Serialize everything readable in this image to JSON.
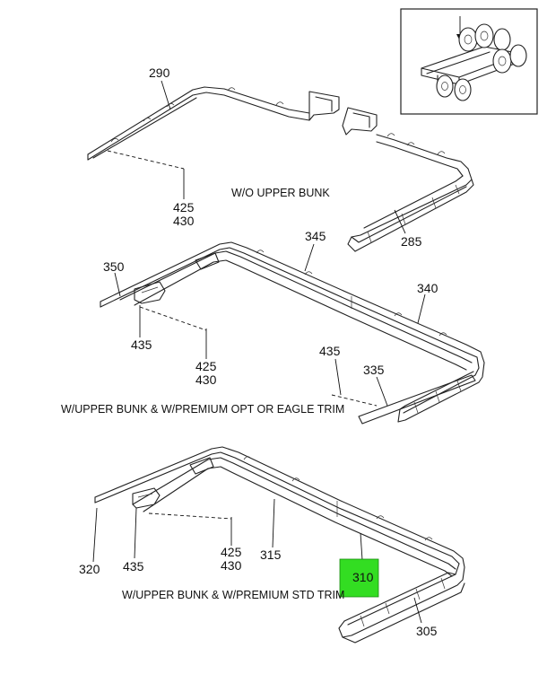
{
  "captions": {
    "wo_upper_bunk": "W/O UPPER BUNK",
    "premium_opt_eagle": "W/UPPER BUNK & W/PREMIUM OPT OR EAGLE TRIM",
    "premium_std": "W/UPPER BUNK & W/PREMIUM STD TRIM"
  },
  "callouts": {
    "c290": "290",
    "c425a": "425",
    "c430a": "430",
    "c285": "285",
    "c345": "345",
    "c350": "350",
    "c340": "340",
    "c435a": "435",
    "c425b": "425",
    "c430b": "430",
    "c435b": "435",
    "c335": "335",
    "c320": "320",
    "c435c": "435",
    "c425c": "425",
    "c430c": "430",
    "c315": "315",
    "c310": "310",
    "c305": "305"
  },
  "highlight": {
    "part": "310",
    "color": "#33dd22"
  },
  "inset": {
    "icon": "truck-chassis-locator"
  }
}
